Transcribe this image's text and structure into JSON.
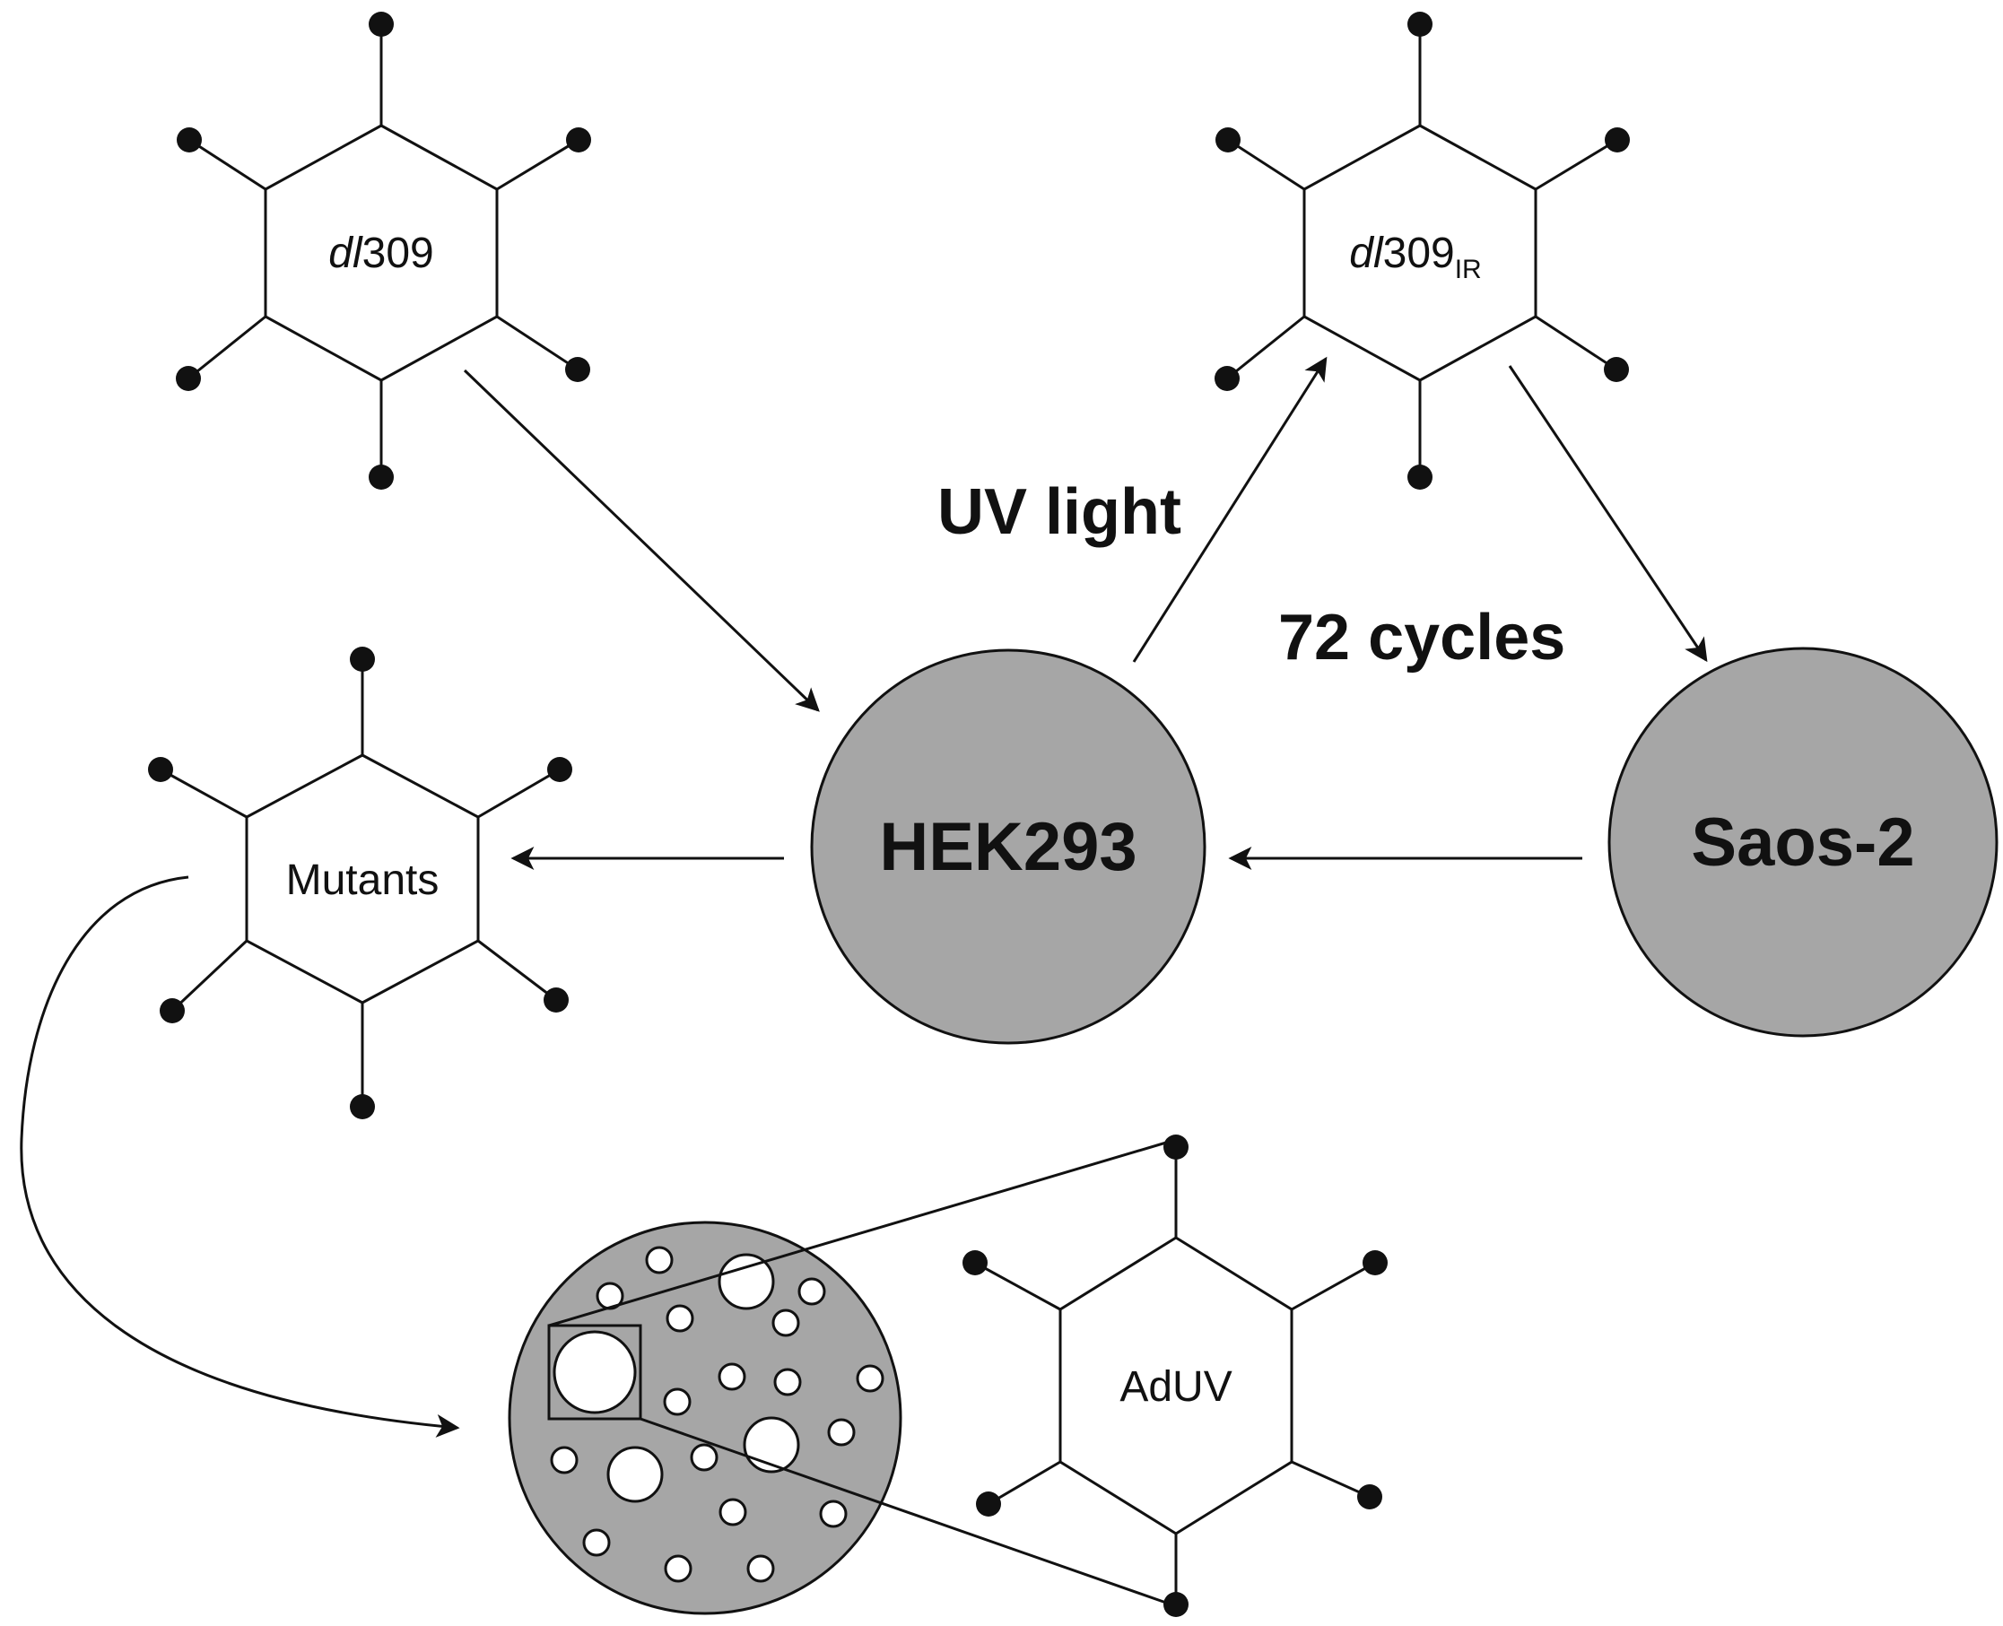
{
  "viruses": {
    "dl309": {
      "prefix_italic": "dl",
      "suffix": "309"
    },
    "dl309ir": {
      "prefix_italic": "dl",
      "suffix": "309",
      "subscript": "IR"
    },
    "mutants": {
      "label": "Mutants"
    },
    "aduv": {
      "label": "AdUV"
    }
  },
  "cells": {
    "hek293": {
      "label": "HEK293"
    },
    "saos2": {
      "label": "Saos-2"
    }
  },
  "steps": {
    "uv_light": "UV light",
    "cycles": "72 cycles"
  },
  "colors": {
    "cell_fill": "#a6a6a6",
    "stroke": "#111111",
    "plaque_fill": "#ffffff"
  }
}
